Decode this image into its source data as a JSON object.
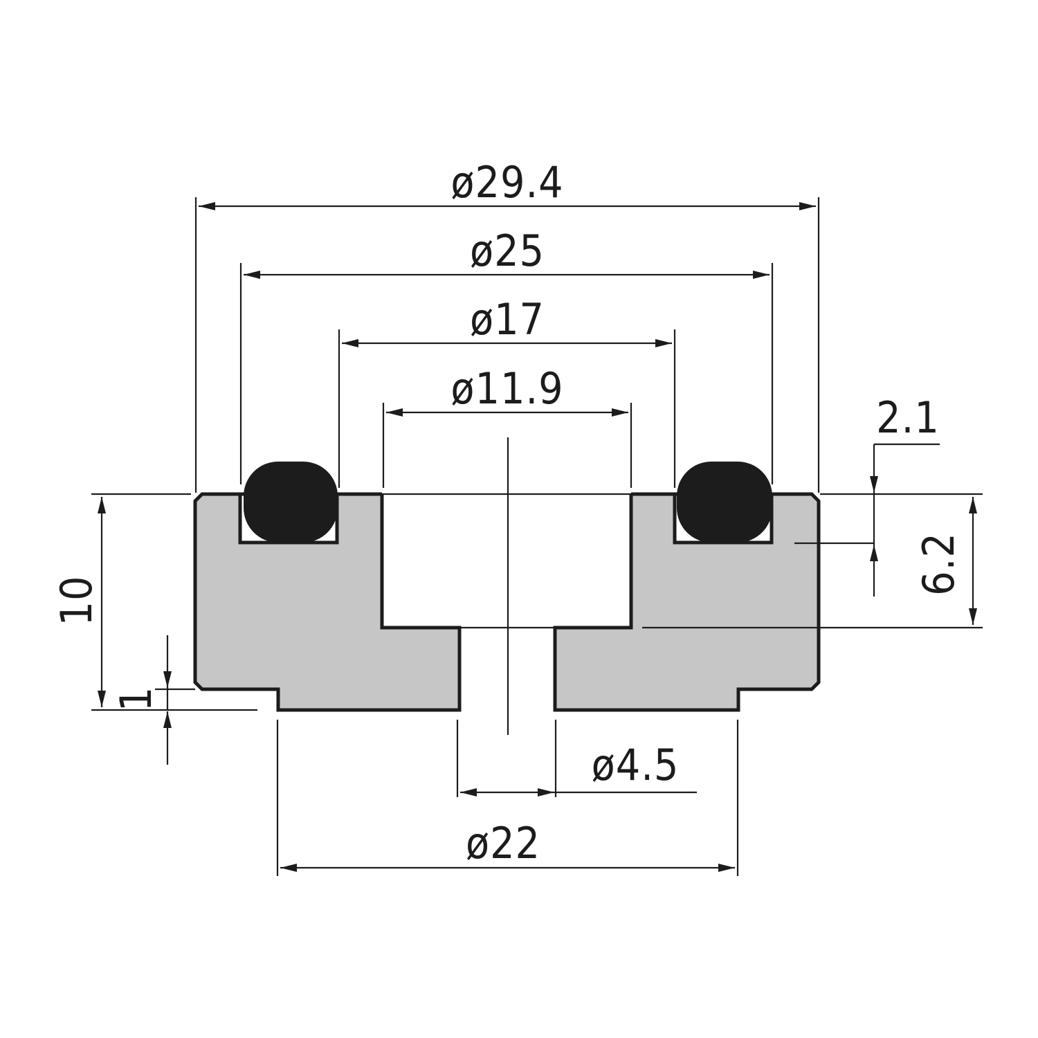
{
  "drawing": {
    "title": "O-ring seal holder cross-section",
    "colors": {
      "body": "#c6c6c6",
      "outline": "#1c1c1c",
      "oring": "#1c1c1c",
      "background": "#ffffff"
    }
  },
  "dimensions": {
    "outer_diameter": "ø29.4",
    "oring_outer_diameter": "ø25",
    "oring_inner_diameter": "ø17",
    "bore_diameter": "ø11.9",
    "hole_diameter": "ø4.5",
    "base_diameter": "ø22",
    "total_height": "10",
    "step_height": "1",
    "groove_depth": "2.1",
    "bore_depth": "6.2"
  }
}
